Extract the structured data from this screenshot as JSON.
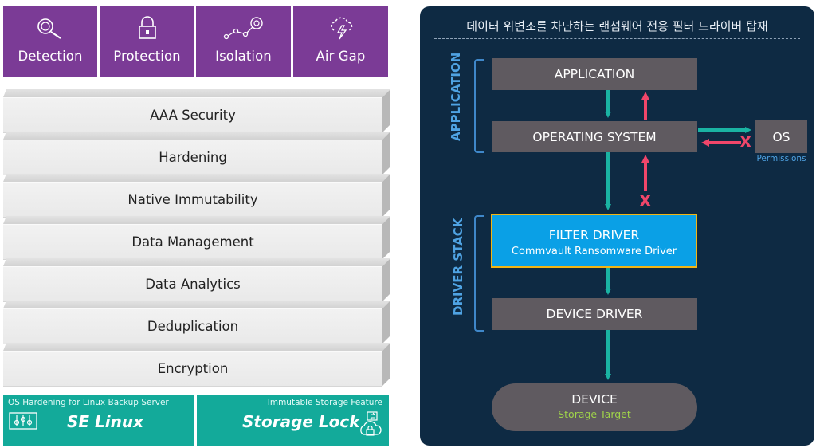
{
  "tabs": [
    {
      "label": "Detection",
      "icon": "magnifier-icon"
    },
    {
      "label": "Protection",
      "icon": "lock-icon"
    },
    {
      "label": "Isolation",
      "icon": "network-nodes-icon"
    },
    {
      "label": "Air Gap",
      "icon": "cloud-lightning-icon"
    }
  ],
  "layers": [
    "AAA Security",
    "Hardening",
    "Native Immutability",
    "Data Management",
    "Data Analytics",
    "Deduplication",
    "Encryption"
  ],
  "bottom": {
    "left": {
      "caption": "OS Hardening for Linux Backup Server",
      "title": "SE Linux",
      "icon": "sliders-icon"
    },
    "right": {
      "caption": "Immutable Storage Feature",
      "title": "Storage Lock",
      "icon": "cloud-lock-icon"
    }
  },
  "panel": {
    "title": "데이터 위변조를 차단하는 랜섬웨어 전용 필터 드라이버 탑재",
    "app_group": "APPLICATION",
    "driver_group": "DRIVER STACK",
    "application": "APPLICATION",
    "os": "OPERATING SYSTEM",
    "os_small": "OS",
    "permissions": "Permissions",
    "filter_title": "FILTER DRIVER",
    "filter_sub": "Commvault Ransomware Driver",
    "device_driver": "DEVICE DRIVER",
    "device": "DEVICE",
    "device_sub": "Storage Target",
    "blocked_mark": "X",
    "colors": {
      "panel_bg": "#0e2a43",
      "node": "#5f5a60",
      "filter": "#0aa0e6",
      "filter_border": "#f2b514",
      "allow_arrow": "#1ab3a3",
      "block_arrow": "#f0466a",
      "accent_text": "#4fa3e3",
      "storage_text": "#9fd34a"
    }
  }
}
